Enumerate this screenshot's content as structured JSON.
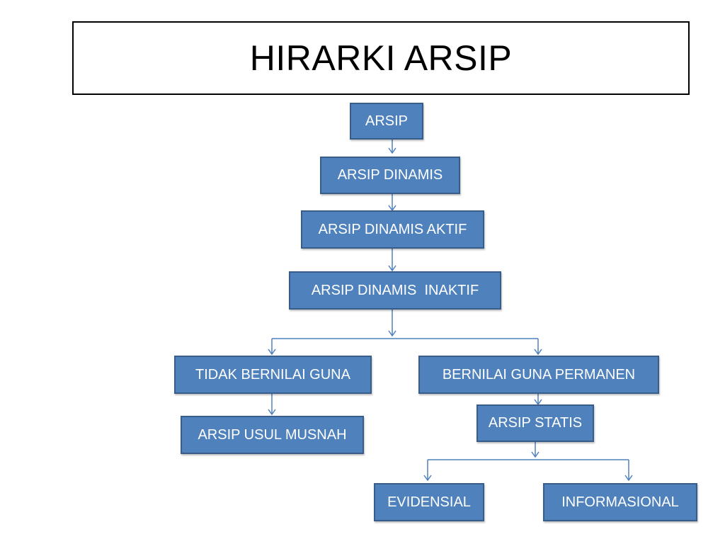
{
  "title": "HIRARKI ARSIP",
  "colors": {
    "node_fill": "#4f81bd",
    "node_border": "#385d8a",
    "connector": "#4f81bd",
    "node_text": "#ffffff"
  },
  "nodes": {
    "arsip": "ARSIP",
    "arsip_dinamis": "ARSIP DINAMIS",
    "arsip_dinamis_aktif": "ARSIP DINAMIS AKTIF",
    "arsip_dinamis_inaktif": "ARSIP DINAMIS  INAKTIF",
    "tidak_bernilai_guna": "TIDAK BERNILAI GUNA",
    "bernilai_guna_permanen": "BERNILAI GUNA PERMANEN",
    "arsip_usul_musnah": "ARSIP USUL MUSNAH",
    "arsip_statis": "ARSIP STATIS",
    "evidensial": "EVIDENSIAL",
    "informasional": "INFORMASIONAL"
  },
  "edges": [
    [
      "arsip",
      "arsip_dinamis"
    ],
    [
      "arsip_dinamis",
      "arsip_dinamis_aktif"
    ],
    [
      "arsip_dinamis_aktif",
      "arsip_dinamis_inaktif"
    ],
    [
      "arsip_dinamis_inaktif",
      "tidak_bernilai_guna"
    ],
    [
      "arsip_dinamis_inaktif",
      "bernilai_guna_permanen"
    ],
    [
      "tidak_bernilai_guna",
      "arsip_usul_musnah"
    ],
    [
      "bernilai_guna_permanen",
      "arsip_statis"
    ],
    [
      "arsip_statis",
      "evidensial"
    ],
    [
      "arsip_statis",
      "informasional"
    ]
  ]
}
